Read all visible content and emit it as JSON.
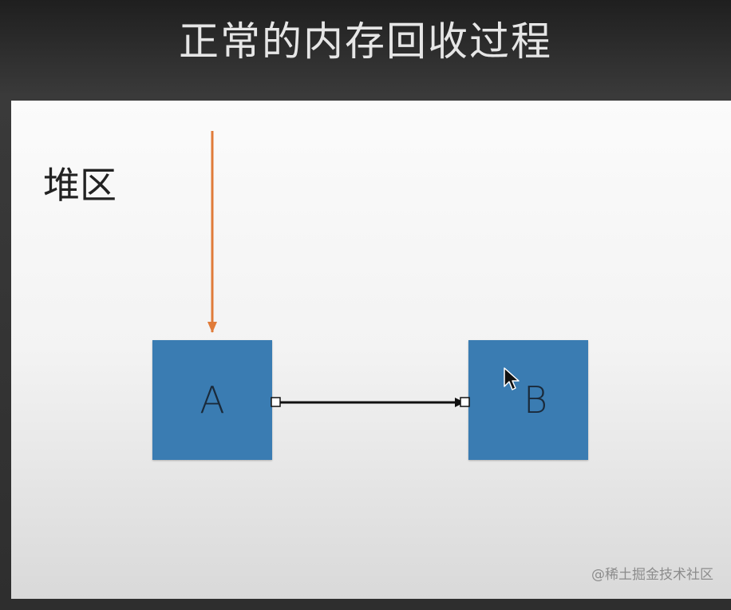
{
  "slide": {
    "title": "正常的内存回收过程"
  },
  "diagram": {
    "region_label": "堆区",
    "nodes": [
      {
        "id": "A",
        "label": "A"
      },
      {
        "id": "B",
        "label": "B"
      }
    ],
    "edges": [
      {
        "from": "A",
        "to": "B"
      }
    ],
    "incoming_reference": {
      "to": "A"
    },
    "colors": {
      "node_fill": "#3a7cb2",
      "root_arrow": "#e07b39",
      "edge": "#111111"
    }
  },
  "watermark": "@稀土掘金技术社区"
}
